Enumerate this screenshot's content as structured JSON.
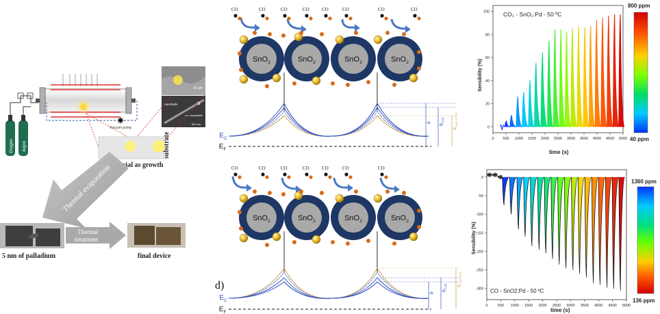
{
  "left_panel": {
    "gas_labels": [
      "Oxygen",
      "Argon"
    ],
    "vacuum_label": "Vacuum pump",
    "sem_scale_top": "10 μm",
    "sem_nanobelts": "nanobelts",
    "sem_nanoparticle": "n.o. nanoparticle",
    "sem_scale_bottom": "500 nm",
    "substrate_label": "substrate",
    "growth_label": "material as growth",
    "thermal_evaporation": "Thermal evaporation",
    "thermal_treatment": [
      "Thermal",
      "treatment"
    ],
    "palladium_label": "5 nm of palladium",
    "final_device_label": "final device"
  },
  "mechanism_top": {
    "gas_labels": [
      "CO",
      "CO",
      "CO",
      "CO",
      "CO",
      "CO",
      "CO",
      "CO"
    ],
    "grain_label": "SnO",
    "grain_sub": "2",
    "ec_label": "E",
    "ec_sub": "C",
    "ef_label": "E",
    "ef_sub": "F",
    "phi_labels": [
      "ϕ",
      "ϕ",
      "ϕ"
    ],
    "phi_subs": [
      "",
      "1,air",
      "1,air+CO2"
    ]
  },
  "mechanism_bottom": {
    "panel_letter": "d)",
    "gas_labels": [
      "CO",
      "CO",
      "CO",
      "CO",
      "CO",
      "CO",
      "CO"
    ],
    "grain_label": "SnO",
    "grain_sub": "2",
    "ec_label": "E",
    "ec_sub": "C",
    "ef_label": "E",
    "ef_sub": "F",
    "phi_labels": [
      "ϕ",
      "ϕ",
      "ϕ"
    ],
    "phi_subs": [
      "",
      "1,air",
      "1,air+CO"
    ]
  },
  "chart_top": {
    "title": "CO₂ - SnO₂:Pd - 50 ºC",
    "ylabel": "Sensibility (%)",
    "xlabel": "time (s)",
    "xticks": [
      "0",
      "500",
      "1000",
      "1500",
      "2000",
      "2500",
      "3000",
      "3500",
      "4000",
      "4500",
      "5000"
    ],
    "yticks": [
      "0",
      "20",
      "40",
      "60",
      "80",
      "100"
    ],
    "colorbar_max": "800 ppm",
    "colorbar_min": "40 ppm",
    "colorbar_colors": [
      "#d40000",
      "#ff5500",
      "#ffd000",
      "#7fff00",
      "#00dd66",
      "#00ccff",
      "#0033ff"
    ]
  },
  "chart_bottom": {
    "title": "CO - SnO2:Pd - 50 ºC",
    "ylabel": "Sensibility (%)",
    "xlabel": "time (s)",
    "xticks": [
      "0",
      "500",
      "1000",
      "1500",
      "2000",
      "2500",
      "3000",
      "3500",
      "4000",
      "4500",
      "5000"
    ],
    "yticks": [
      "0",
      "-50",
      "-100",
      "-150",
      "-200",
      "-250",
      "-300"
    ],
    "colorbar_max": "1360 ppm",
    "colorbar_min": "136 ppm",
    "colorbar_colors": [
      "#0033ff",
      "#00ccff",
      "#00e080",
      "#66ff00",
      "#ffd000",
      "#ff5500",
      "#d40000"
    ]
  },
  "chart_data": [
    {
      "type": "line",
      "title": "CO₂ - SnO₂:Pd - 50 ºC",
      "xlabel": "time (s)",
      "ylabel": "Sensibility (%)",
      "xlim": [
        0,
        5000
      ],
      "ylim": [
        -5,
        105
      ],
      "pulse_onsets_s": [
        460,
        660,
        900,
        1130,
        1370,
        1600,
        1850,
        2100,
        2330,
        2560,
        2780,
        3000,
        3240,
        3480,
        3700,
        3930,
        4160,
        4390,
        4620,
        4840
      ],
      "pulse_peaks": [
        5,
        10,
        26,
        30,
        40,
        55,
        64,
        74,
        84,
        84,
        82,
        85,
        87,
        86,
        87,
        92,
        94,
        96,
        97,
        97
      ]
    },
    {
      "type": "line",
      "title": "CO - SnO2:Pd - 50 ºC",
      "xlabel": "time (s)",
      "ylabel": "Sensibility (%)",
      "xlim": [
        0,
        5000
      ],
      "ylim": [
        -330,
        20
      ],
      "pulse_onsets_s": [
        560,
        820,
        1080,
        1320,
        1560,
        1820,
        2060,
        2300,
        2540,
        2780,
        3030,
        3270,
        3510,
        3760,
        4000,
        4250,
        4490,
        4730
      ],
      "pulse_troughs": [
        -75,
        -100,
        -140,
        -160,
        -185,
        -195,
        -205,
        -220,
        -235,
        -245,
        -250,
        -260,
        -270,
        -285,
        -290,
        -297,
        -300,
        -305
      ]
    }
  ]
}
